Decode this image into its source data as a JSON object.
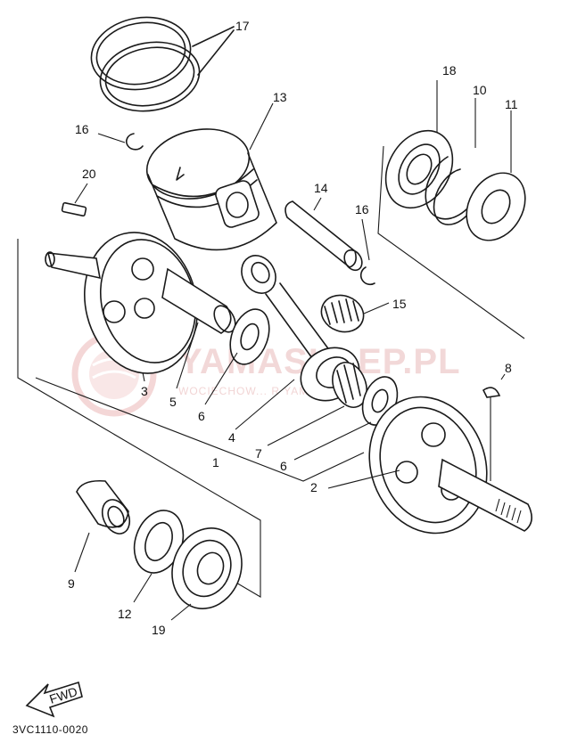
{
  "diagram": {
    "code": "3VC1110-0020",
    "fwd_label": "FWD",
    "watermark": {
      "title": "YAMASKLEP.PL",
      "subtitle": "WOCIECHOW... R YAMA..."
    },
    "callouts": [
      "17",
      "13",
      "16",
      "20",
      "14",
      "16",
      "18",
      "10",
      "11",
      "15",
      "3",
      "5",
      "6",
      "4",
      "1",
      "7",
      "6",
      "2",
      "8",
      "9",
      "12",
      "19"
    ]
  }
}
